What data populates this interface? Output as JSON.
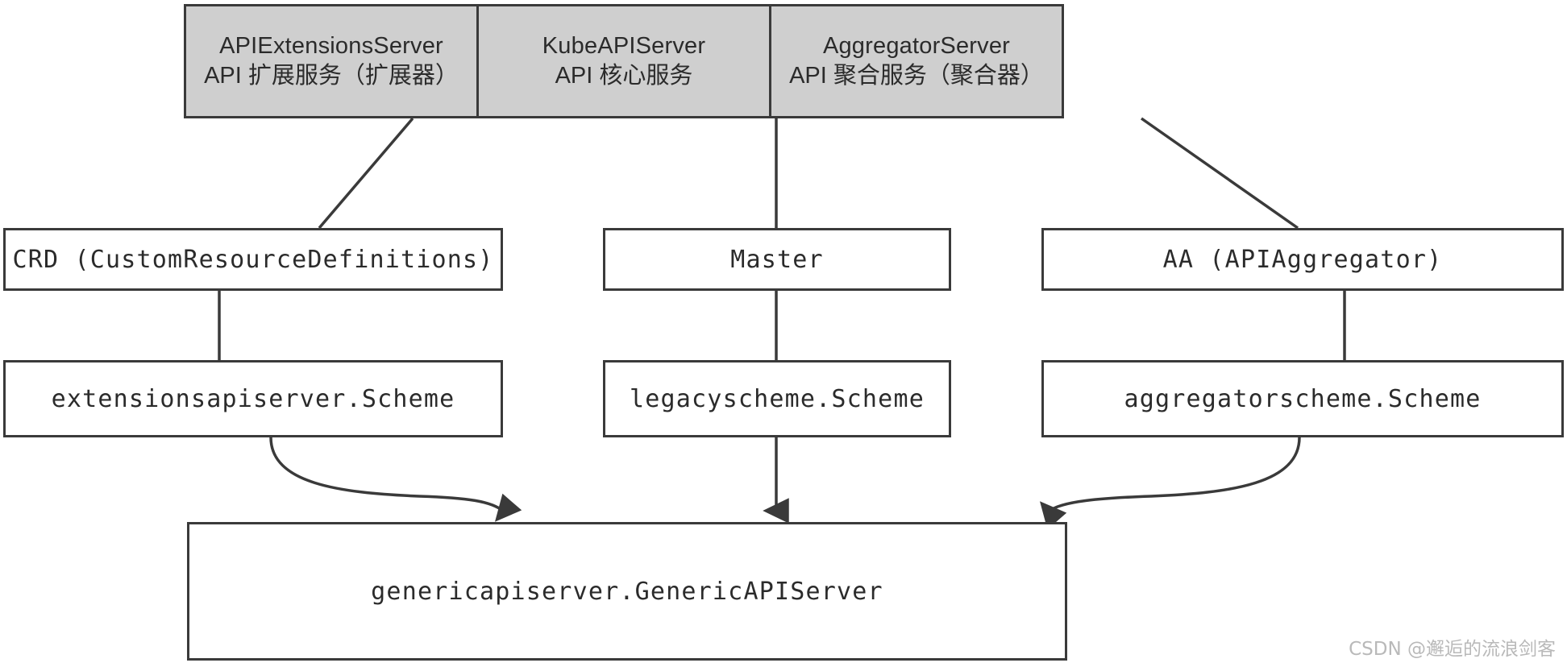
{
  "diagram": {
    "title": "Kubernetes API Server aggregation layers",
    "colors": {
      "box_border": "#3a3a3a",
      "shaded_fill": "#cfcfcf",
      "text": "#2b2b2b",
      "watermark": "#b9b9b9",
      "background": "#ffffff"
    },
    "top_row": [
      {
        "name_en": "APIExtensionsServer",
        "name_cn": "API 扩展服务（扩展器）"
      },
      {
        "name_en": "KubeAPIServer",
        "name_cn": "API 核心服务"
      },
      {
        "name_en": "AggregatorServer",
        "name_cn": "API 聚合服务（聚合器）"
      }
    ],
    "second_row": [
      {
        "label": "CRD (CustomResourceDefinitions)"
      },
      {
        "label": "Master"
      },
      {
        "label": "AA (APIAggregator)"
      }
    ],
    "third_row": [
      {
        "label": "extensionsapiserver.Scheme"
      },
      {
        "label": "legacyscheme.Scheme"
      },
      {
        "label": "aggregatorscheme.Scheme"
      }
    ],
    "bottom_row": {
      "label": "genericapiserver.GenericAPIServer"
    },
    "watermark": "CSDN @邂逅的流浪剑客"
  }
}
